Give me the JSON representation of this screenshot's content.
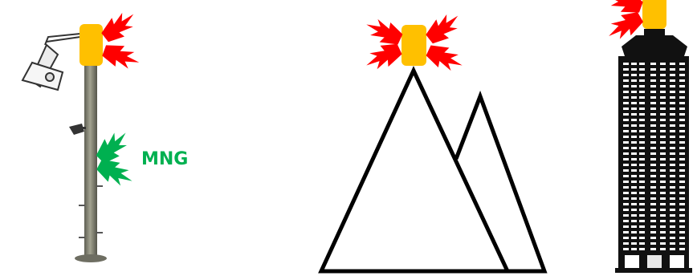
{
  "colors": {
    "background": "#ffffff",
    "device": "#ffc000",
    "signal_red": "#ff0000",
    "signal_green": "#00b050",
    "outline": "#000000",
    "pole": "#8a8a78"
  },
  "labels": {
    "mng": "MNG"
  },
  "icons": {
    "device": "yellow-rounded-box",
    "signal": "lightning-bolt-icon",
    "pole": "utility-pole",
    "mountain": "mountain-outline",
    "building": "skyscraper"
  }
}
